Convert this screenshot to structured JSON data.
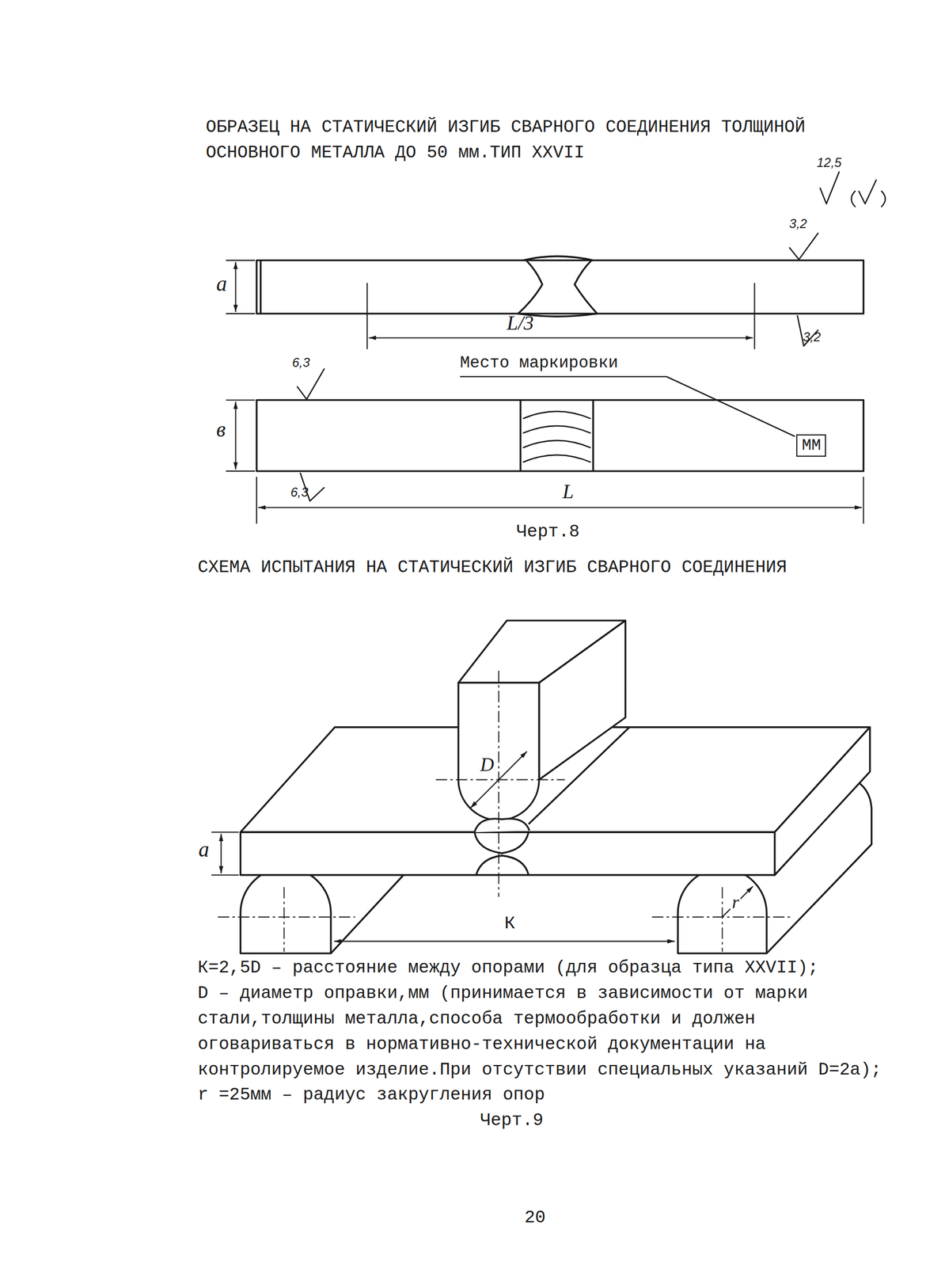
{
  "diagram": {
    "title": "ОБРАЗЕЦ НА СТАТИЧЕСКИЙ ИЗГИБ СВАРНОГО СОЕДИНЕНИЯ ТОЛЩИНОЙ ОСНОВНОГО МЕТАЛЛА ДО 50 мм.ТИП ХХVII",
    "nodes": [
      {
        "text": [
          "ММ"
        ]
      }
    ],
    "labels": [
      "12,5",
      "3,2",
      "а",
      "L/3",
      "3,2",
      "6,3",
      "Место маркировки",
      "в",
      "6,3",
      "L",
      "Черт.8",
      "СХЕМА ИСПЫТАНИЯ НА СТАТИЧЕСКИЙ ИЗГИБ СВАРНОГО СОЕДИНЕНИЯ",
      "D",
      "а",
      "r",
      "К",
      "К=2,5D – расстояние между опорами (для образца типа ХХVII);",
      "D – диаметр оправки,мм (принимается в зависимости от марки стали,толщины металла,способа термообработки и должен оговариваться в нормативно-технической документации на контролируемое изделие.При отсутствии специальных указаний D=2а);",
      "r =25мм – радиус закругления опор",
      "Черт.9",
      "20"
    ]
  }
}
